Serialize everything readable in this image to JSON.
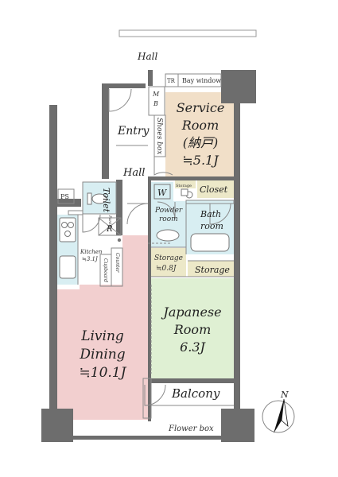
{
  "colors": {
    "service_room": "#f1dfc8",
    "living": "#f2cfcf",
    "japanese": "#dff0d3",
    "wet": "#d8eef2",
    "storage": "#ece8c8",
    "wall": "#6d6d6d",
    "outline": "#8a8a8a"
  },
  "plan": {
    "hall_top": "Hall",
    "tr": "TR",
    "bay_window": "Bay window",
    "mb_m": "M",
    "mb_b": "B",
    "shoes_box": "Shoes box",
    "entry": "Entry",
    "service_room": {
      "line1": "Service",
      "line2": "Room",
      "line3": "(納戸)",
      "size": "≒5.1J"
    },
    "hall_mid": "Hall",
    "w": "W",
    "storage_tiny": "Storage",
    "closet": "Closet",
    "ps": "PS",
    "toilet": "Toilet",
    "pantry": "Pantry",
    "powder_room_1": "Powder",
    "powder_room_2": "room",
    "bath_room_1": "Bath",
    "bath_room_2": "room",
    "r": "R",
    "kitchen": "Kitchen",
    "kitchen_size": "≒3.1J",
    "counter": "Counter",
    "cupboard": "Cupboard",
    "storage_08": "Storage",
    "storage_08_size": "≒0.8J",
    "storage_right": "Storage",
    "japanese_room": {
      "line1": "Japanese",
      "line2": "Room",
      "size": "6.3J"
    },
    "living_dining": {
      "line1": "Living",
      "line2": "Dining",
      "size": "≒10.1J"
    },
    "balcony": "Balcony",
    "flower_box": "Flower box",
    "north": "N"
  }
}
